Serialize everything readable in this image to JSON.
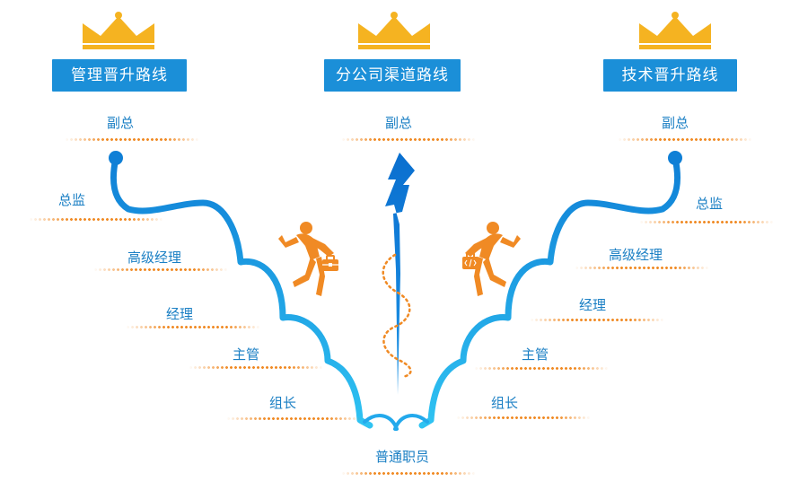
{
  "routes": {
    "management": {
      "title": "管理晋升路线"
    },
    "channel": {
      "title": "分公司渠道路线"
    },
    "technical": {
      "title": "技术晋升路线"
    }
  },
  "levels": {
    "vice_president": "副总",
    "director": "总监",
    "senior_manager": "高级经理",
    "manager": "经理",
    "supervisor": "主管",
    "team_leader": "组长",
    "staff": "普通职员"
  },
  "icons": {
    "crown": "crown-icon",
    "briefcase": "briefcase-icon",
    "laptop_bag": "code-bag-icon",
    "running_figure": "running-person-icon",
    "lightning": "lightning-arrow-icon"
  },
  "colors": {
    "title_bg": "#1b8fd8",
    "crown": "#f5b321",
    "path_blue": "#1a8fdc",
    "dots_orange": "#f08a24",
    "figure_orange": "#f08a24",
    "label_blue": "#1a7fc4"
  }
}
